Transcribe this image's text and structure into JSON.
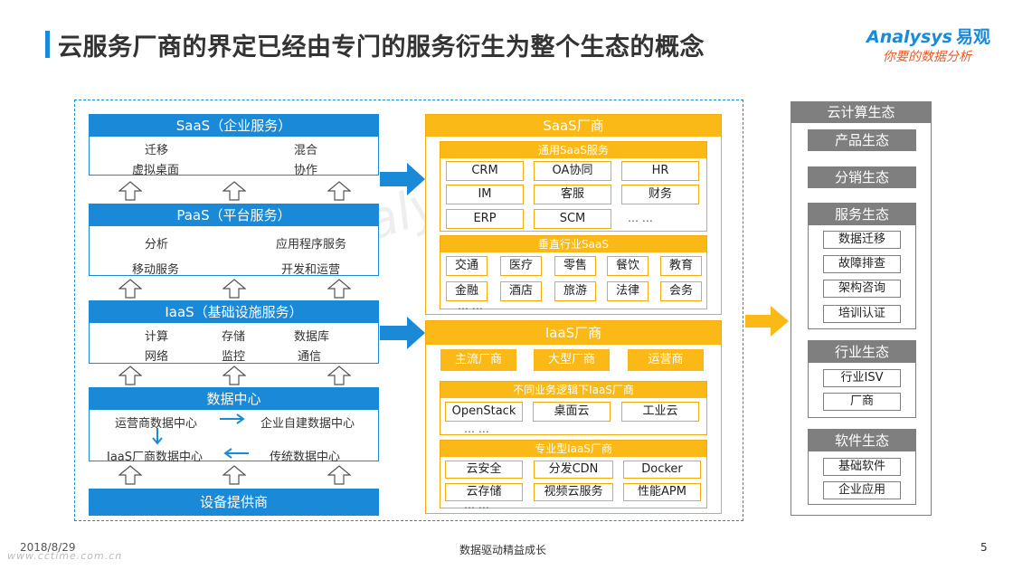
{
  "header": {
    "title": "云服务厂商的界定已经由专门的服务衍生为整个生态的概念",
    "logo_en": "Analysys",
    "logo_cn": "易观",
    "logo_sub": "你要的数据分析"
  },
  "left_column": {
    "saas": {
      "title": "SaaS（企业服务）",
      "items": [
        "迁移",
        "混合",
        "虚拟桌面",
        "协作"
      ]
    },
    "paas": {
      "title": "PaaS（平台服务）",
      "items": [
        "分析",
        "应用程序服务",
        "移动服务",
        "开发和运营"
      ]
    },
    "iaas": {
      "title": "IaaS（基础设施服务）",
      "items": [
        "计算",
        "存储",
        "数据库",
        "网络",
        "监控",
        "通信"
      ]
    },
    "datacenter": {
      "title": "数据中心",
      "items": [
        "运营商数据中心",
        "企业自建数据中心",
        "IaaS厂商数据中心",
        "传统数据中心"
      ]
    },
    "device": {
      "title": "设备提供商"
    }
  },
  "middle_column": {
    "saas_vendor": {
      "title": "SaaS厂商",
      "general": {
        "title": "通用SaaS服务",
        "items": [
          "CRM",
          "OA协同",
          "HR",
          "IM",
          "客服",
          "财务",
          "ERP",
          "SCM"
        ],
        "more": "… …"
      },
      "vertical": {
        "title": "垂直行业SaaS",
        "items": [
          "交通",
          "医疗",
          "零售",
          "餐饮",
          "教育",
          "金融",
          "酒店",
          "旅游",
          "法律",
          "会务"
        ],
        "more": "… …"
      }
    },
    "iaas_vendor": {
      "title": "IaaS厂商",
      "types": [
        "主流厂商",
        "大型厂商",
        "运营商"
      ],
      "logic": {
        "title": "不同业务逻辑下IaaS厂商",
        "items": [
          "OpenStack",
          "桌面云",
          "工业云"
        ],
        "more": "… …"
      },
      "special": {
        "title": "专业型IaaS厂商",
        "items": [
          "云安全",
          "分发CDN",
          "Docker",
          "云存储",
          "视频云服务",
          "性能APM"
        ],
        "more": "… …"
      }
    }
  },
  "right_column": {
    "title": "云计算生态",
    "product": "产品生态",
    "distribution": "分销生态",
    "service": {
      "title": "服务生态",
      "items": [
        "数据迁移",
        "故障排查",
        "架构咨询",
        "培训认证"
      ]
    },
    "industry": {
      "title": "行业生态",
      "items": [
        "行业ISV",
        "厂商"
      ]
    },
    "software": {
      "title": "软件生态",
      "items": [
        "基础软件",
        "企业应用"
      ]
    }
  },
  "footer": {
    "date": "2018/8/29",
    "url": "www.cctime.com.cn",
    "center": "数据驱动精益成长",
    "page": "5"
  },
  "colors": {
    "blue": "#1a8ad8",
    "orange": "#fbb917",
    "gray": "#7f7f7f"
  }
}
